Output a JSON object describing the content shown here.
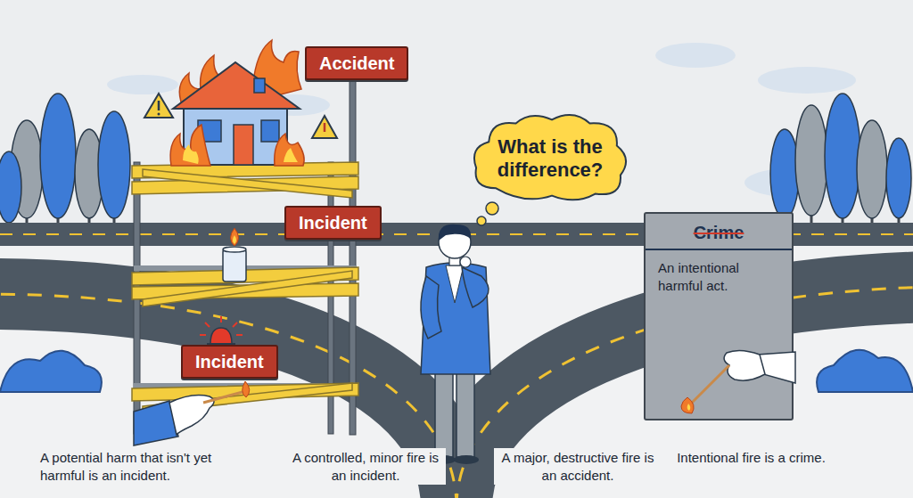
{
  "diagram": {
    "nodes": [
      {
        "text": [
          "Accident"
        ]
      },
      {
        "text": [
          "What is the difference?"
        ]
      },
      {
        "text": [
          "Incident"
        ]
      },
      {
        "text": [
          "Crime",
          "An intentional harmful act."
        ]
      },
      {
        "text": [
          "Incident"
        ]
      }
    ],
    "labels": [
      "A potential harm that isn't yet harmful is an incident.",
      "A controlled, minor fire is an incident.",
      "A major, destructive fire is an accident.",
      "Intentional fire is a crime."
    ]
  }
}
